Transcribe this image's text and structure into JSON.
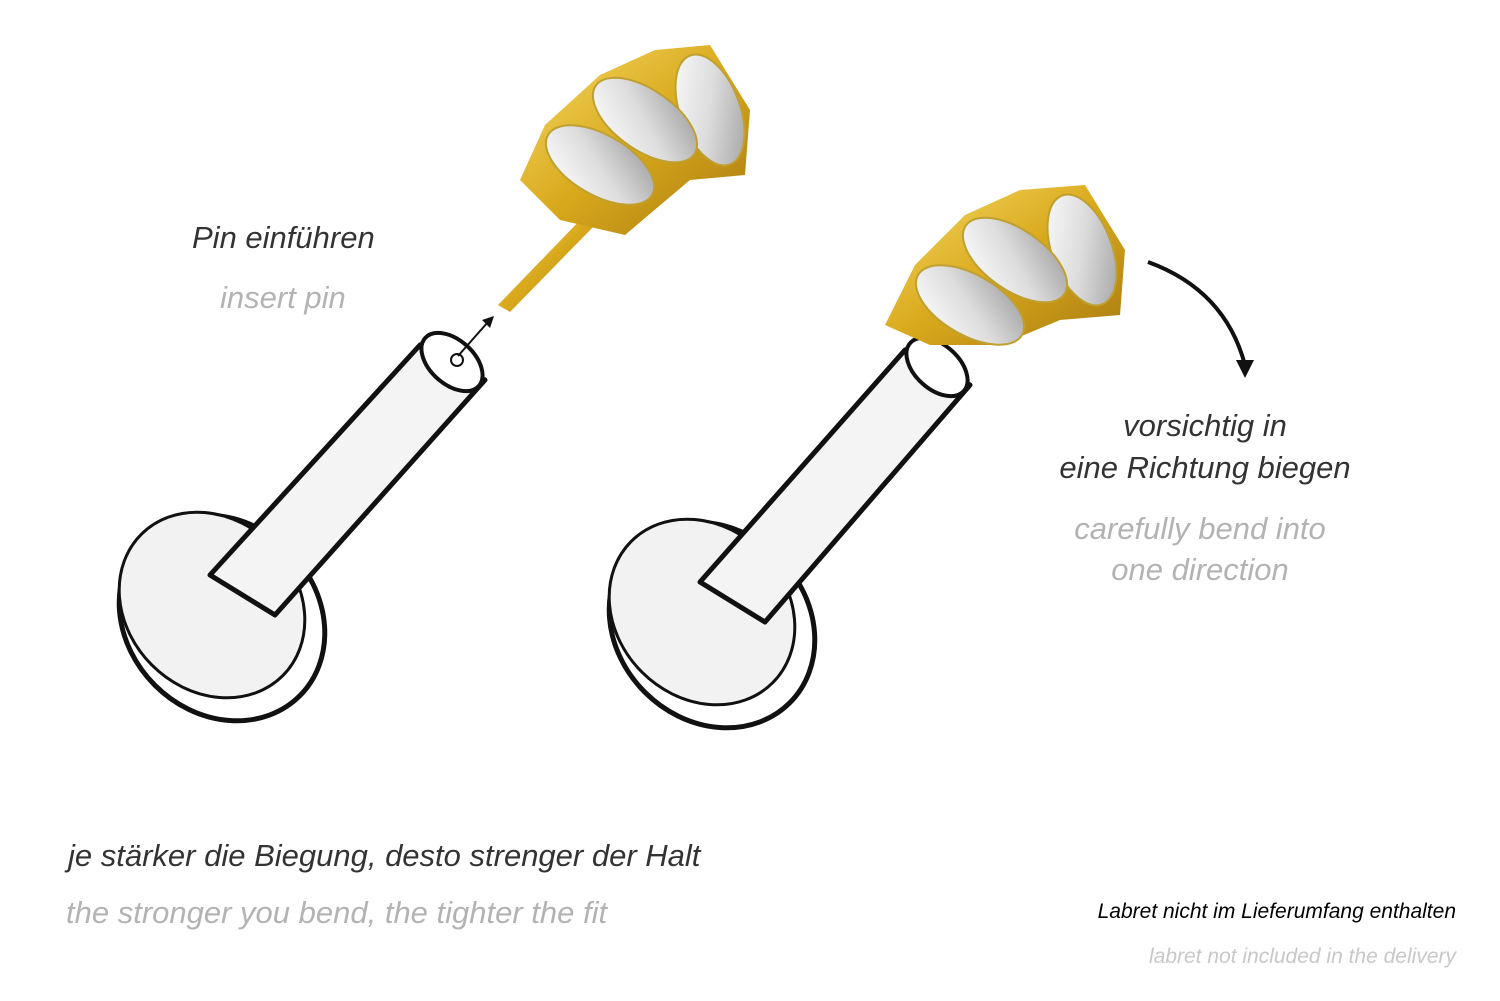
{
  "step1": {
    "title_de": "Pin einführen",
    "title_en": "insert pin"
  },
  "step2": {
    "line1_de": "vorsichtig in",
    "line2_de": "eine Richtung biegen",
    "line1_en": "carefully bend into",
    "line2_en": "one direction"
  },
  "tip": {
    "de": "je stärker die Biegung, desto strenger der Halt",
    "en": "the stronger you bend, the tighter the fit"
  },
  "note": {
    "de": "Labret nicht im Lieferumfang enthalten",
    "en": "labret not included in the delivery"
  },
  "colors": {
    "gold": "#e0b52a",
    "text_dark": "#333333",
    "text_gray": "#b3b3b3"
  }
}
